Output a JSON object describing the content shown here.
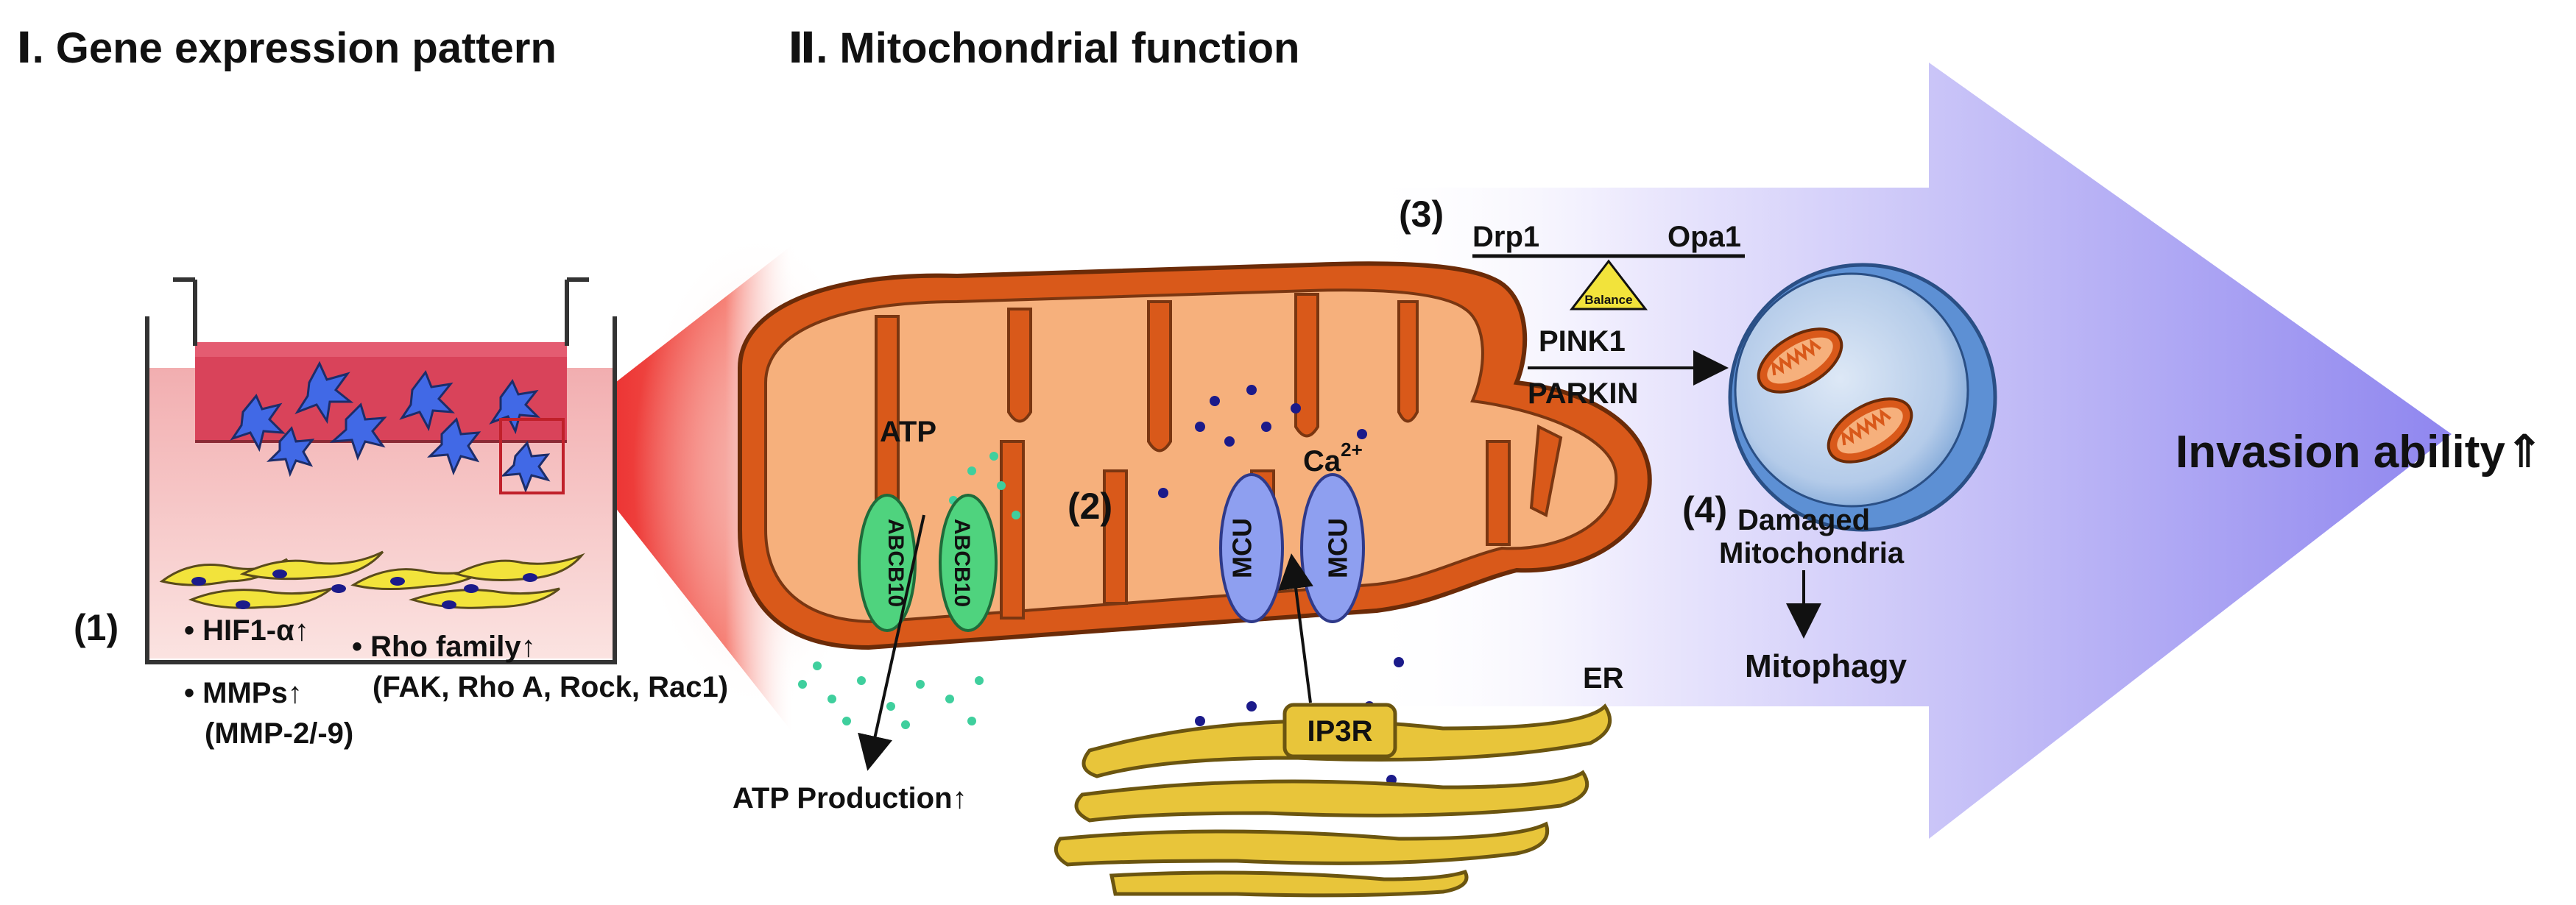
{
  "headings": {
    "section1": "Ⅰ. Gene expression pattern",
    "section2": "Ⅱ. Mitochondrial function"
  },
  "panel1": {
    "number": "(1)",
    "items": {
      "hif": "• HIF1-α↑",
      "mmps": "• MMPs↑",
      "mmps_detail": "(MMP-2/-9)",
      "rho": "• Rho family↑",
      "rho_detail": "(FAK, Rho A, Rock, Rac1)"
    }
  },
  "mito": {
    "number2": "(2)",
    "atp": "ATP",
    "abcb_left": "ABCB10",
    "abcb_right": "ABCB10",
    "mcu_left": "MCU",
    "mcu_right": "MCU",
    "ca": "Ca",
    "ca_sup": "2+",
    "ip3r": "IP3R",
    "er": "ER",
    "atp_production": "ATP Production↑"
  },
  "dynamics": {
    "number3": "(3)",
    "drp1": "Drp1",
    "opa1": "Opa1",
    "balance": "Balance",
    "pink1": "PINK1",
    "parkin": "PARKIN"
  },
  "mitophagy": {
    "number4": "(4)",
    "damaged_line1": "Damaged",
    "damaged_line2": "Mitochondria",
    "mitophagy": "Mitophagy"
  },
  "outcome": {
    "invasion": "Invasion ability⇑"
  },
  "colors": {
    "arrow_purple": "#8f86ef",
    "mito_outer": "#d9591a",
    "mito_inner": "#f6b07c",
    "abcb": "#4fd37e",
    "mcu": "#8e9ff0",
    "er": "#e8c53a",
    "calcium": "#1b1a8a",
    "atp_dot": "#3fcf9d",
    "cell_blue": "#4169e6",
    "fibro_yellow": "#f2e33b"
  }
}
